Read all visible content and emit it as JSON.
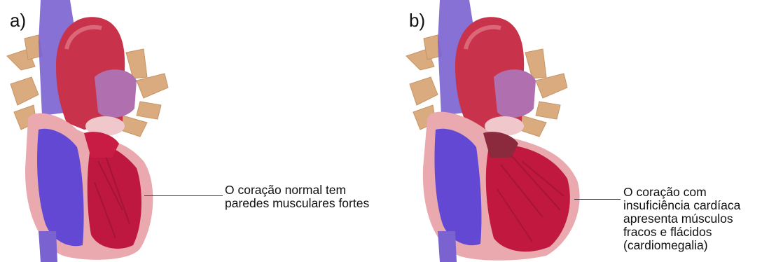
{
  "panels": [
    {
      "label": "a)",
      "caption": [
        "O coração normal tem",
        "paredes musculares fortes"
      ]
    },
    {
      "label": "b)",
      "caption": [
        "O coração com",
        "insuficiência cardíaca",
        "apresenta músculos",
        "fracos e flácidos",
        "(cardiomegalia)"
      ]
    }
  ],
  "colors": {
    "aorta": "#c8324a",
    "vena_cava": "#6a55c8",
    "pulmonary_artery": "#b272b2",
    "vessels_branches": "#d8a878",
    "myocardium": "#e6a0a8",
    "left_ventricle_chamber": "#c01840",
    "right_ventricle_chamber": "#6048d0"
  }
}
